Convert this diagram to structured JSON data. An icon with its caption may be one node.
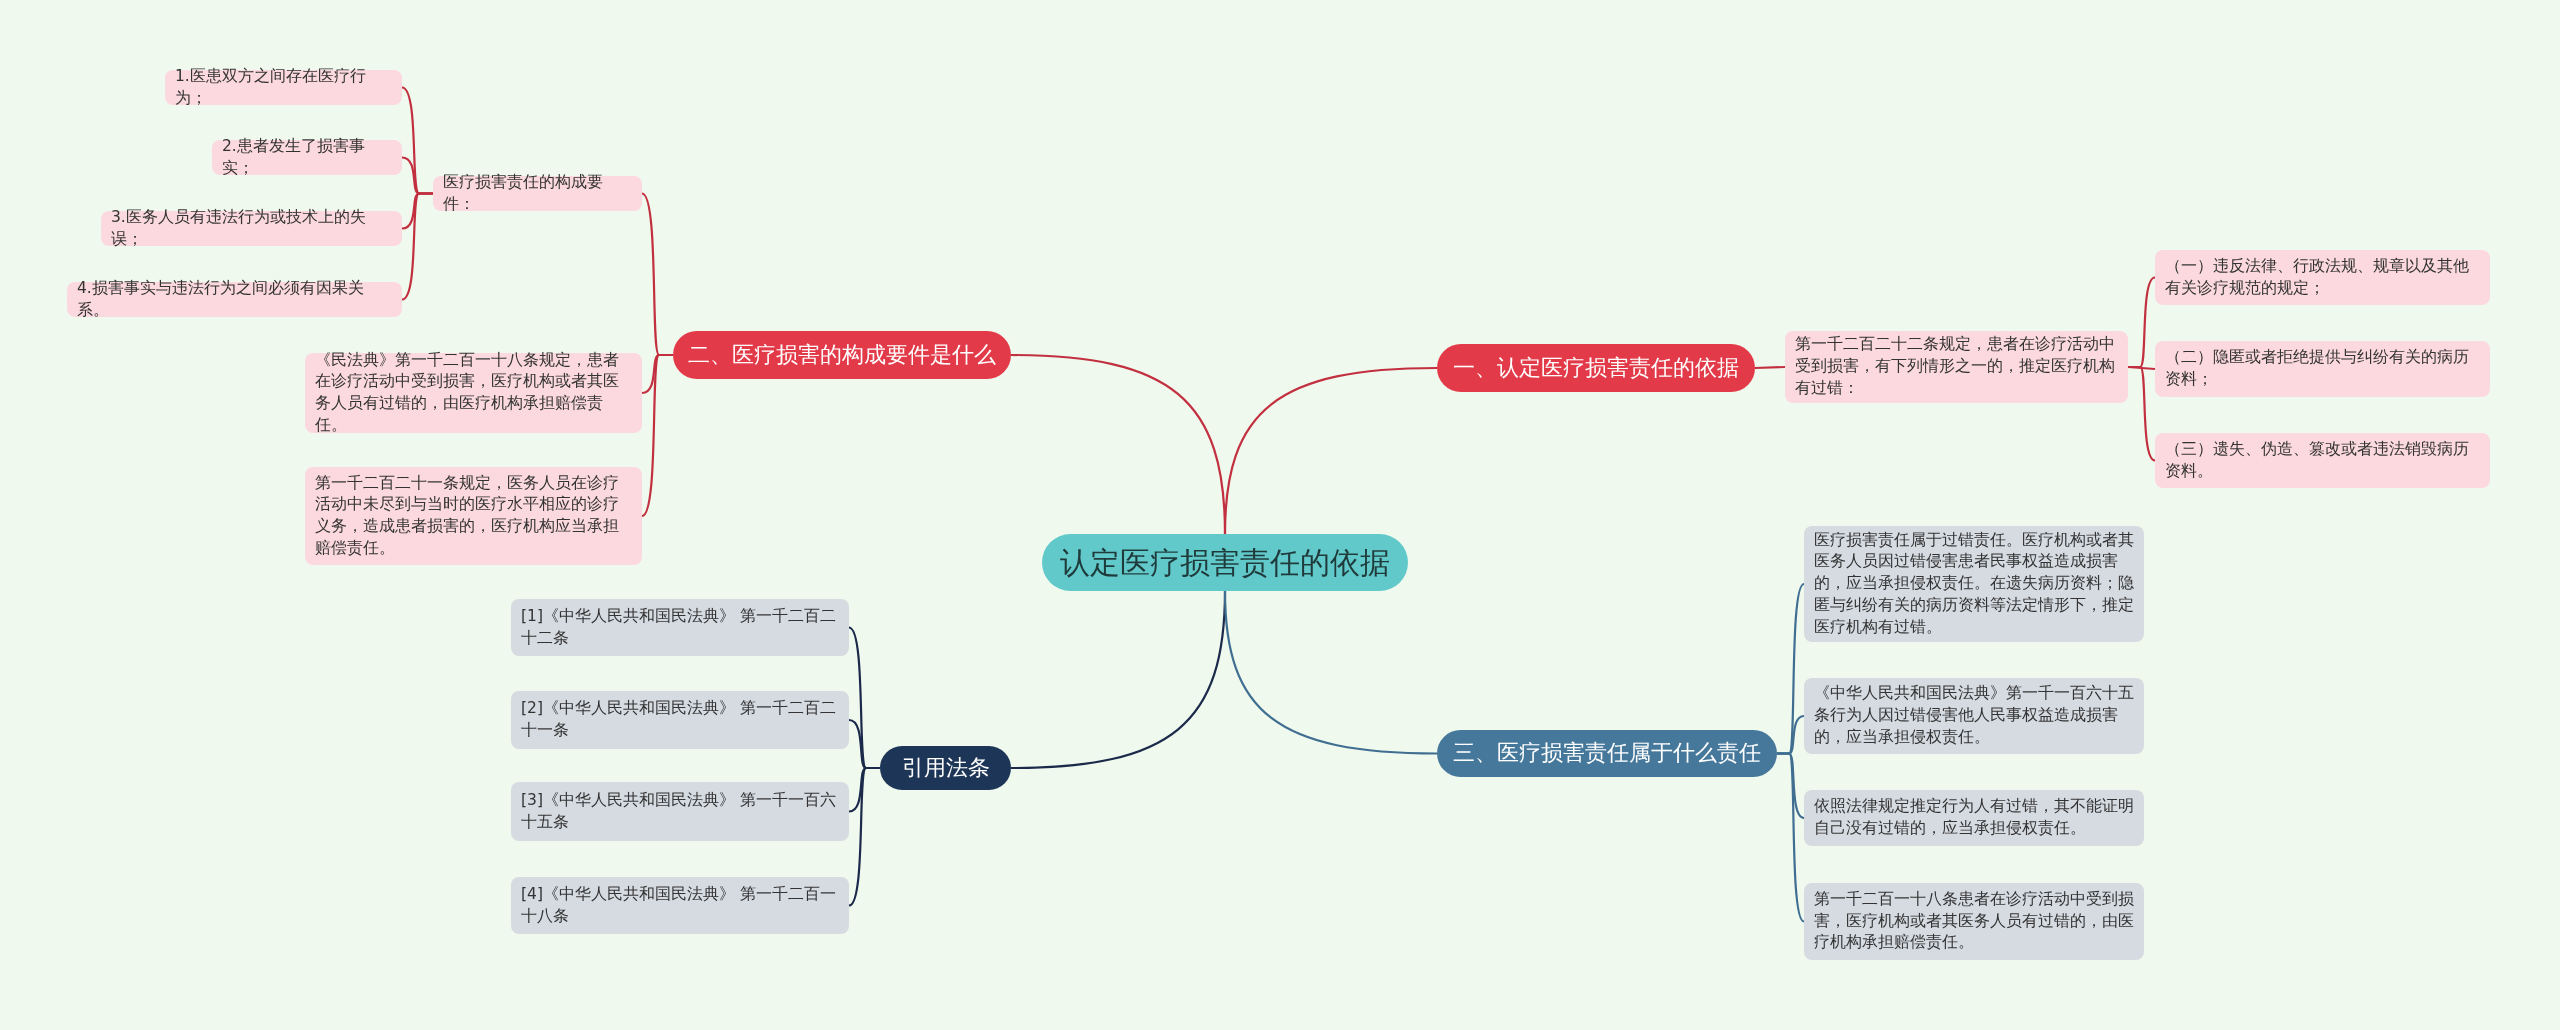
{
  "diagram": {
    "nodes": [
      {
        "text": [
          "认定医疗损害责任的依据"
        ]
      },
      {
        "text": [
          "一、认定医疗损害责任的依据"
        ]
      },
      {
        "text": [
          "第一千二百二十二条规定，患者在诊疗活动中受到损害，有下列情形之一的，推定医疗机构有过错："
        ]
      },
      {
        "text": [
          "（一）违反法律、行政法规、规章以及其他有关诊疗规范的规定；"
        ]
      },
      {
        "text": [
          "（二）隐匿或者拒绝提供与纠纷有关的病历资料；"
        ]
      },
      {
        "text": [
          "（三）遗失、伪造、篡改或者违法销毁病历资料。"
        ]
      },
      {
        "text": [
          "二、医疗损害的构成要件是什么"
        ]
      },
      {
        "text": [
          "医疗损害责任的构成要件："
        ]
      },
      {
        "text": [
          "1.医患双方之间存在医疗行为；"
        ]
      },
      {
        "text": [
          "2.患者发生了损害事实；"
        ]
      },
      {
        "text": [
          "3.医务人员有违法行为或技术上的失误；"
        ]
      },
      {
        "text": [
          "4.损害事实与违法行为之间必须有因果关系。"
        ]
      },
      {
        "text": [
          "《民法典》第一千二百一十八条规定，患者在诊疗活动中受到损害，医疗机构或者其医务人员有过错的，由医疗机构承担赔偿责任。"
        ]
      },
      {
        "text": [
          "第一千二百二十一条规定，医务人员在诊疗活动中未尽到与当时的医疗水平相应的诊疗义务，造成患者损害的，医疗机构应当承担赔偿责任。"
        ]
      },
      {
        "text": [
          "引用法条"
        ]
      },
      {
        "text": [
          "[1]《中华人民共和国民法典》 第一千二百二十二条"
        ]
      },
      {
        "text": [
          "[2]《中华人民共和国民法典》 第一千二百二十一条"
        ]
      },
      {
        "text": [
          "[3]《中华人民共和国民法典》 第一千一百六十五条"
        ]
      },
      {
        "text": [
          "[4]《中华人民共和国民法典》 第一千二百一十八条"
        ]
      },
      {
        "text": [
          "三、医疗损害责任属于什么责任"
        ]
      },
      {
        "text": [
          "医疗损害责任属于过错责任。医疗机构或者其医务人员因过错侵害患者民事权益造成损害的，应当承担侵权责任。在遗失病历资料；隐匿与纠纷有关的病历资料等法定情形下，推定医疗机构有过错。"
        ]
      },
      {
        "text": [
          "《中华人民共和国民法典》第一千一百六十五条行为人因过错侵害他人民事权益造成损害的，应当承担侵权责任。"
        ]
      },
      {
        "text": [
          "依照法律规定推定行为人有过错，其不能证明自己没有过错的，应当承担侵权责任。"
        ]
      },
      {
        "text": [
          "第一千二百一十八条患者在诊疗活动中受到损害，医疗机构或者其医务人员有过错的，由医疗机构承担赔偿责任。"
        ]
      }
    ],
    "edges": [
      {
        "from": 0,
        "to": 1,
        "arrow": "none"
      },
      {
        "from": 1,
        "to": 2,
        "arrow": "none"
      },
      {
        "from": 2,
        "to": 3,
        "arrow": "none"
      },
      {
        "from": 2,
        "to": 4,
        "arrow": "none"
      },
      {
        "from": 2,
        "to": 5,
        "arrow": "none"
      },
      {
        "from": 0,
        "to": 6,
        "arrow": "none"
      },
      {
        "from": 6,
        "to": 7,
        "arrow": "none"
      },
      {
        "from": 7,
        "to": 8,
        "arrow": "none"
      },
      {
        "from": 7,
        "to": 9,
        "arrow": "none"
      },
      {
        "from": 7,
        "to": 10,
        "arrow": "none"
      },
      {
        "from": 7,
        "to": 11,
        "arrow": "none"
      },
      {
        "from": 6,
        "to": 12,
        "arrow": "none"
      },
      {
        "from": 6,
        "to": 13,
        "arrow": "none"
      },
      {
        "from": 0,
        "to": 14,
        "arrow": "none",
        "color": "#1b2a4a"
      },
      {
        "from": 14,
        "to": 15,
        "arrow": "none",
        "color": "#1b2a4a"
      },
      {
        "from": 14,
        "to": 16,
        "arrow": "none",
        "color": "#1b2a4a"
      },
      {
        "from": 14,
        "to": 17,
        "arrow": "none",
        "color": "#1b2a4a"
      },
      {
        "from": 14,
        "to": 18,
        "arrow": "none",
        "color": "#1b2a4a"
      },
      {
        "from": 0,
        "to": 19,
        "arrow": "none",
        "color": "#3f6e91"
      },
      {
        "from": 19,
        "to": 20,
        "arrow": "none",
        "color": "#3f6e91"
      },
      {
        "from": 19,
        "to": 21,
        "arrow": "none",
        "color": "#3f6e91"
      },
      {
        "from": 19,
        "to": 22,
        "arrow": "none",
        "color": "#3f6e91"
      },
      {
        "from": 19,
        "to": 23,
        "arrow": "none",
        "color": "#3f6e91"
      }
    ]
  }
}
